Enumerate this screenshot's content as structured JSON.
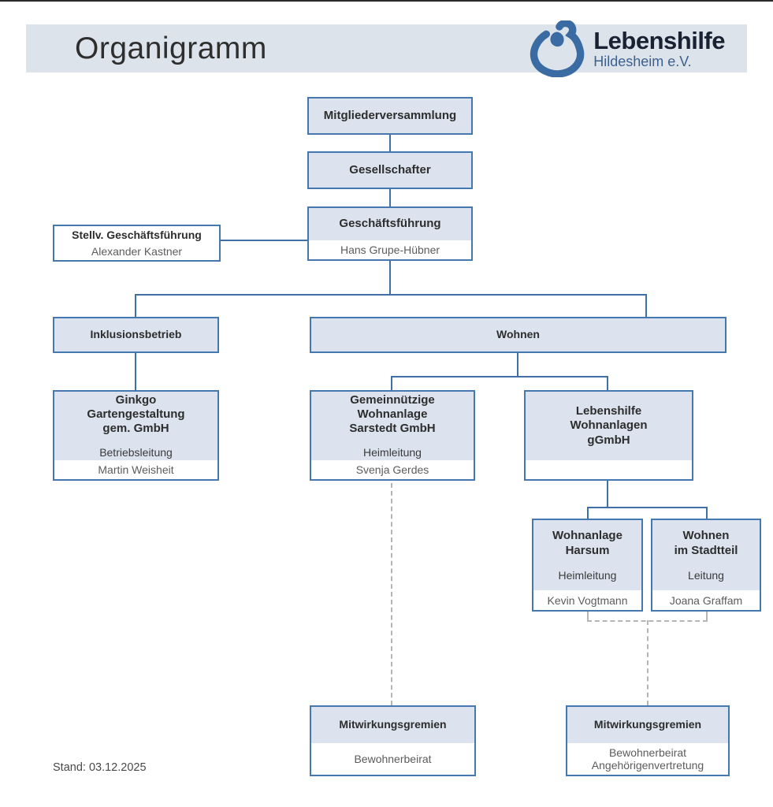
{
  "header": {
    "title": "Organigramm",
    "brand": "Lebenshilfe",
    "brand_sub": "Hildesheim e.V."
  },
  "nodes": {
    "mitgliederversammlung": {
      "title": "Mitgliederversammlung"
    },
    "gesellschafter": {
      "title": "Gesellschafter"
    },
    "geschaeftsfuehrung": {
      "title": "Geschäftsführung",
      "name": "Hans Grupe-Hübner"
    },
    "stellv_geschaeftsfuehrung": {
      "title": "Stellv. Geschäftsführung",
      "name": "Alexander Kastner"
    },
    "inklusionsbetrieb": {
      "title": "Inklusionsbetrieb"
    },
    "wohnen": {
      "title": "Wohnen"
    },
    "ginkgo": {
      "title": "Ginkgo\nGartengestaltung\ngem. GmbH",
      "role": "Betriebsleitung",
      "name": "Martin Weisheit"
    },
    "sarstedt": {
      "title": "Gemeinnützige\nWohnanlage\nSarstedt GmbH",
      "role": "Heimleitung",
      "name": "Svenja Gerdes"
    },
    "lebenshilfe_wohnanlagen": {
      "title": "Lebenshilfe\nWohnanlagen\ngGmbH",
      "role": "",
      "name": ""
    },
    "wohnanlage_harsum": {
      "title": "Wohnanlage\nHarsum",
      "role": "Heimleitung",
      "name": "Kevin Vogtmann"
    },
    "wohnen_im_stadtteil": {
      "title": "Wohnen\nim Stadtteil",
      "role": "Leitung",
      "name": "Joana Graffam"
    },
    "mitwirkungsgremien_wohnanlage": {
      "title": "Mitwirkungsgremien",
      "body": "Bewohnerbeirat"
    },
    "mitwirkungsgremien_ggmbh": {
      "title": "Mitwirkungsgremien",
      "body": "Bewohnerbeirat\nAngehörigenvertretung"
    }
  },
  "footer": {
    "stand": "Stand: 03.12.2025"
  },
  "colors": {
    "header_bar": "#dde3eb",
    "box_fill": "#dce3ee",
    "box_border": "#4478ae",
    "connector": "#3e6fa5",
    "dashed_connector": "#b5b5b5",
    "logo_mark": "#3a6ba3",
    "brand_text": "#182233",
    "brand_sub_text": "#3c618e",
    "title_text": "#2d2d2d",
    "name_text": "#5c5c5c"
  }
}
